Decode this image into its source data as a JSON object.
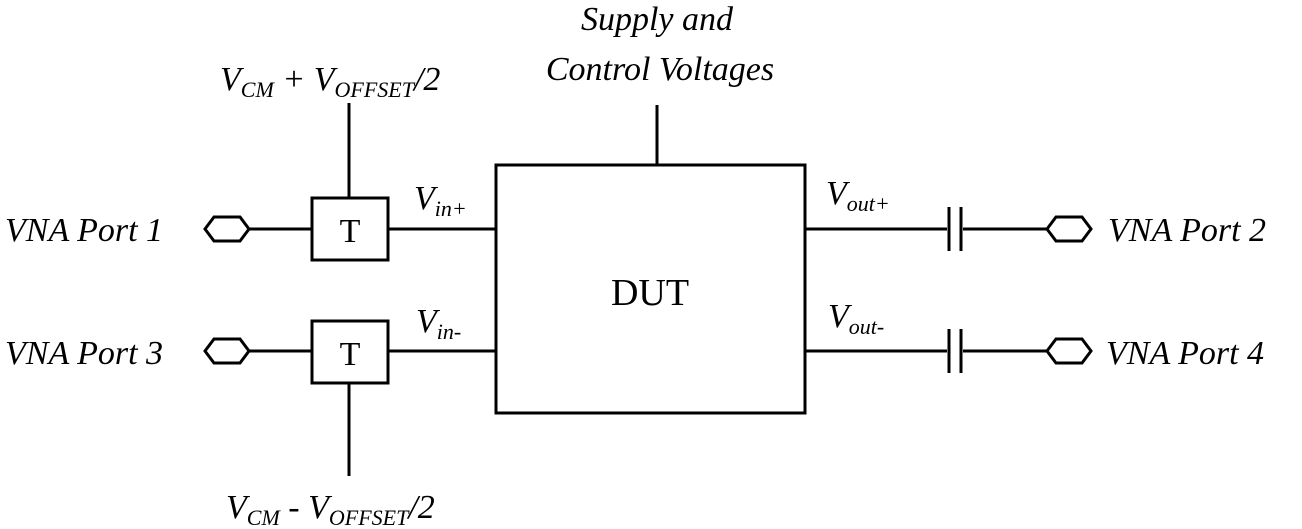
{
  "diagram": {
    "supply": {
      "line1": "Supply and",
      "line2": "Control Voltages"
    },
    "dut_label": "DUT",
    "bias_top": {
      "v": "V",
      "sub1": "CM",
      "mid": " + V",
      "sub2": "OFFSET",
      "tail": "/2"
    },
    "bias_bottom": {
      "v": "V",
      "sub1": "CM",
      "mid": " - V",
      "sub2": "OFFSET",
      "tail": "/2"
    },
    "tee_label_top": "T",
    "tee_label_bottom": "T",
    "vin_plus": {
      "v": "V",
      "sub": "in+"
    },
    "vin_minus": {
      "v": "V",
      "sub": "in-"
    },
    "vout_plus": {
      "v": "V",
      "sub": "out+"
    },
    "vout_minus": {
      "v": "V",
      "sub": "out-"
    },
    "ports": {
      "p1": "VNA Port 1",
      "p2": "VNA Port 2",
      "p3": "VNA Port 3",
      "p4": "VNA Port 4"
    }
  }
}
